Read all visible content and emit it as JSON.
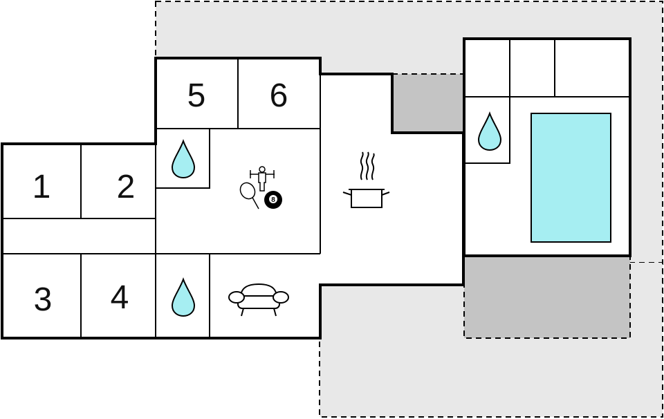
{
  "colors": {
    "outdoor": "#e8e8e8",
    "covered": "#c4c4c4",
    "wall": "#000000",
    "floor": "#ffffff",
    "pool": "#a6eef2",
    "water": "#a6eef2"
  },
  "rooms": [
    {
      "number": "1"
    },
    {
      "number": "2"
    },
    {
      "number": "3"
    },
    {
      "number": "4"
    },
    {
      "number": "5"
    },
    {
      "number": "6"
    }
  ],
  "icons": {
    "bathroom": "water-drop-icon",
    "games": "table-tennis-foosball-billiard-icon",
    "kitchen": "cooking-pot-icon",
    "living": "sofa-icon",
    "pool": "swimming-pool",
    "billiard_ball": "8"
  }
}
